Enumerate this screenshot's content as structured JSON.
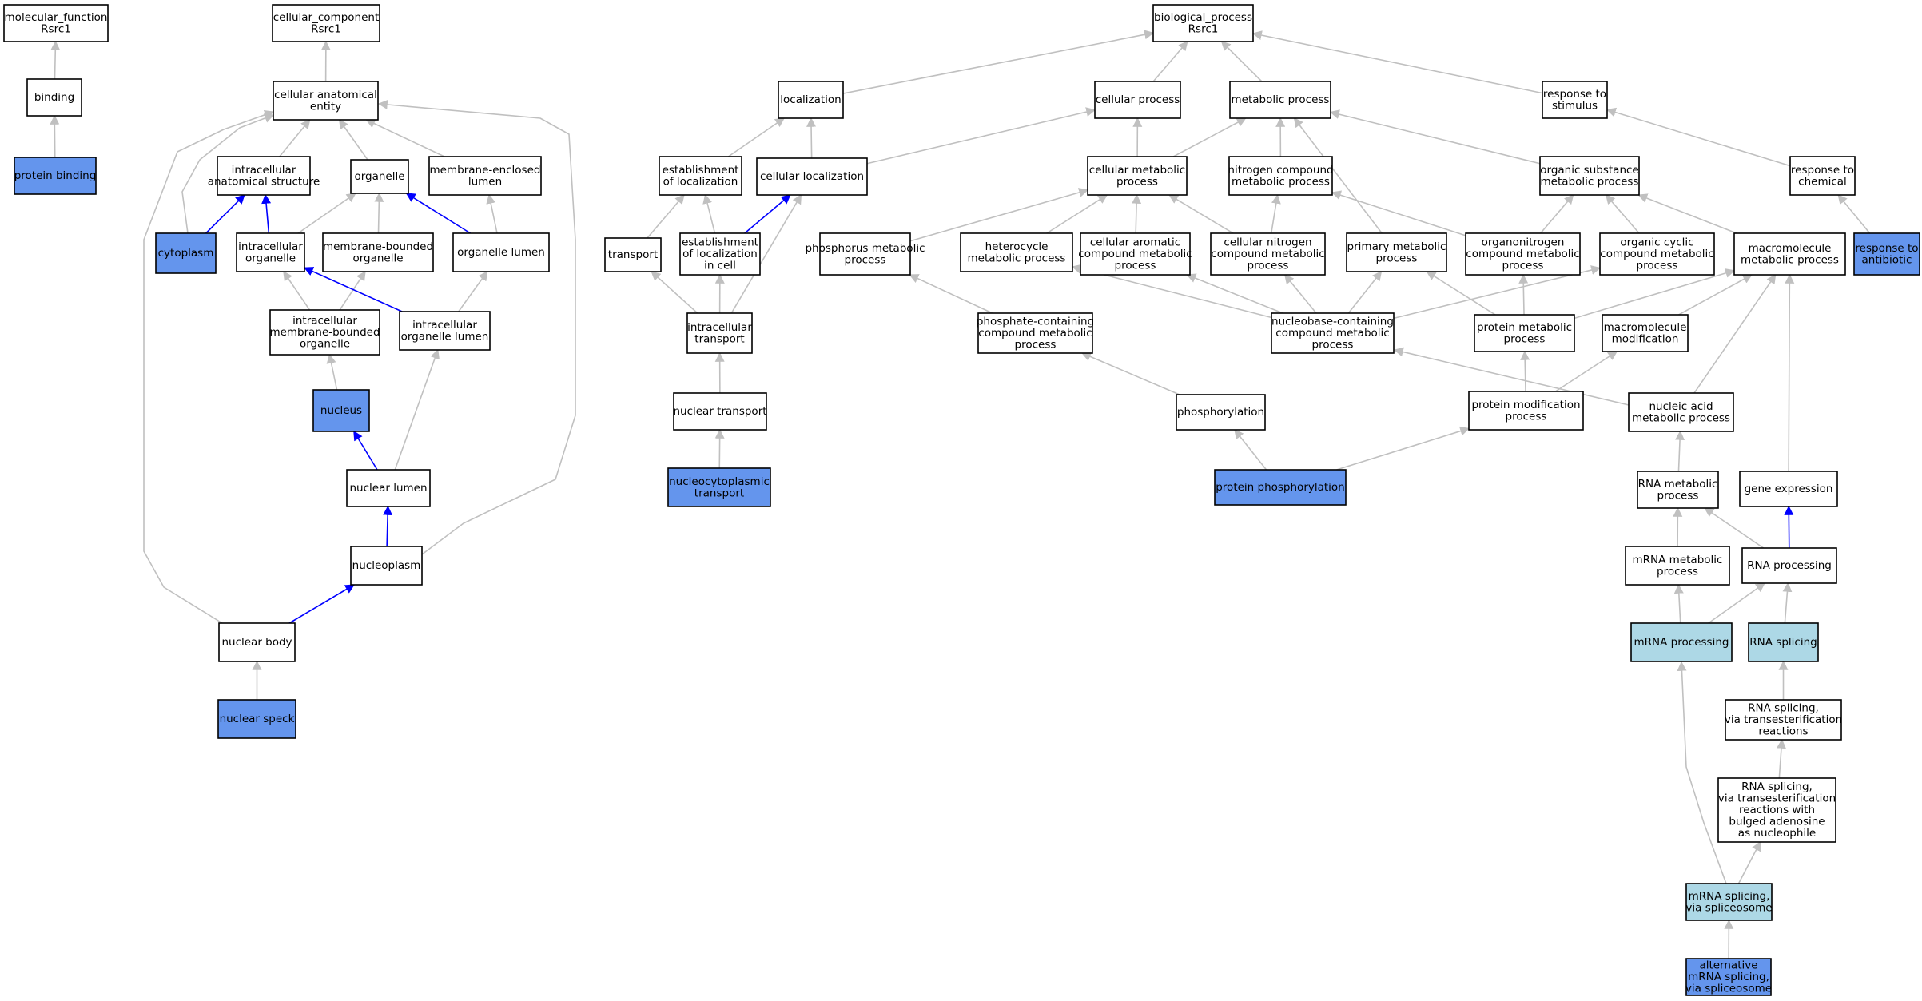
{
  "colors": {
    "background": "#ffffff",
    "node_default": "#ffffff",
    "node_annotated": "#6495ed",
    "node_light": "#add8e6",
    "edge_default": "#c0c0c0",
    "edge_highlight": "#0000ff"
  },
  "nodes": [
    {
      "id": "mf_root",
      "lines": [
        "molecular_function",
        "Rsrc1"
      ],
      "fill": "default"
    },
    {
      "id": "binding",
      "lines": [
        "binding"
      ],
      "fill": "default"
    },
    {
      "id": "protein_binding",
      "lines": [
        "protein binding"
      ],
      "fill": "annotated"
    },
    {
      "id": "cc_root",
      "lines": [
        "cellular_component",
        "Rsrc1"
      ],
      "fill": "default"
    },
    {
      "id": "cell_anat",
      "lines": [
        "cellular anatomical",
        "entity"
      ],
      "fill": "default"
    },
    {
      "id": "ias",
      "lines": [
        "intracellular",
        "anatomical structure"
      ],
      "fill": "default"
    },
    {
      "id": "organelle",
      "lines": [
        "organelle"
      ],
      "fill": "default"
    },
    {
      "id": "mel",
      "lines": [
        "membrane-enclosed",
        "lumen"
      ],
      "fill": "default"
    },
    {
      "id": "cytoplasm",
      "lines": [
        "cytoplasm"
      ],
      "fill": "annotated"
    },
    {
      "id": "io",
      "lines": [
        "intracellular",
        "organelle"
      ],
      "fill": "default"
    },
    {
      "id": "mbo",
      "lines": [
        "membrane-bounded",
        "organelle"
      ],
      "fill": "default"
    },
    {
      "id": "ol",
      "lines": [
        "organelle lumen"
      ],
      "fill": "default"
    },
    {
      "id": "imbo",
      "lines": [
        "intracellular",
        "membrane-bounded",
        "organelle"
      ],
      "fill": "default"
    },
    {
      "id": "iol",
      "lines": [
        "intracellular",
        "organelle lumen"
      ],
      "fill": "default"
    },
    {
      "id": "nucleus",
      "lines": [
        "nucleus"
      ],
      "fill": "annotated"
    },
    {
      "id": "nl",
      "lines": [
        "nuclear lumen"
      ],
      "fill": "default"
    },
    {
      "id": "np",
      "lines": [
        "nucleoplasm"
      ],
      "fill": "default"
    },
    {
      "id": "nb",
      "lines": [
        "nuclear body"
      ],
      "fill": "default"
    },
    {
      "id": "ns",
      "lines": [
        "nuclear speck"
      ],
      "fill": "annotated"
    },
    {
      "id": "bp_root",
      "lines": [
        "biological_process",
        "Rsrc1"
      ],
      "fill": "default"
    },
    {
      "id": "loc",
      "lines": [
        "localization"
      ],
      "fill": "default"
    },
    {
      "id": "cp",
      "lines": [
        "cellular process"
      ],
      "fill": "default"
    },
    {
      "id": "mp",
      "lines": [
        "metabolic process"
      ],
      "fill": "default"
    },
    {
      "id": "rts",
      "lines": [
        "response to",
        "stimulus"
      ],
      "fill": "default"
    },
    {
      "id": "eol",
      "lines": [
        "establishment",
        "of localization"
      ],
      "fill": "default"
    },
    {
      "id": "cl",
      "lines": [
        "cellular localization"
      ],
      "fill": "default"
    },
    {
      "id": "cmp",
      "lines": [
        "cellular metabolic",
        "process"
      ],
      "fill": "default"
    },
    {
      "id": "ncmp",
      "lines": [
        "nitrogen compound",
        "metabolic process"
      ],
      "fill": "default"
    },
    {
      "id": "osmp",
      "lines": [
        "organic substance",
        "metabolic process"
      ],
      "fill": "default"
    },
    {
      "id": "rtc",
      "lines": [
        "response to",
        "chemical"
      ],
      "fill": "default"
    },
    {
      "id": "transport",
      "lines": [
        "transport"
      ],
      "fill": "default"
    },
    {
      "id": "eolc",
      "lines": [
        "establishment",
        "of localization",
        "in cell"
      ],
      "fill": "default"
    },
    {
      "id": "phmp",
      "lines": [
        "phosphorus metabolic",
        "process"
      ],
      "fill": "default"
    },
    {
      "id": "hmp",
      "lines": [
        "heterocycle",
        "metabolic process"
      ],
      "fill": "default"
    },
    {
      "id": "cacmp",
      "lines": [
        "cellular aromatic",
        "compound metabolic",
        "process"
      ],
      "fill": "default"
    },
    {
      "id": "cncmp",
      "lines": [
        "cellular nitrogen",
        "compound metabolic",
        "process"
      ],
      "fill": "default"
    },
    {
      "id": "pmp",
      "lines": [
        "primary metabolic",
        "process"
      ],
      "fill": "default"
    },
    {
      "id": "oncmp",
      "lines": [
        "organonitrogen",
        "compound metabolic",
        "process"
      ],
      "fill": "default"
    },
    {
      "id": "occmp",
      "lines": [
        "organic cyclic",
        "compound metabolic",
        "process"
      ],
      "fill": "default"
    },
    {
      "id": "macmp",
      "lines": [
        "macromolecule",
        "metabolic process"
      ],
      "fill": "default"
    },
    {
      "id": "rta",
      "lines": [
        "response to",
        "antibiotic"
      ],
      "fill": "annotated"
    },
    {
      "id": "it",
      "lines": [
        "intracellular",
        "transport"
      ],
      "fill": "default"
    },
    {
      "id": "pccmp",
      "lines": [
        "phosphate-containing",
        "compound metabolic",
        "process"
      ],
      "fill": "default"
    },
    {
      "id": "nbccmp",
      "lines": [
        "nucleobase-containing",
        "compound metabolic",
        "process"
      ],
      "fill": "default"
    },
    {
      "id": "prmp",
      "lines": [
        "protein metabolic",
        "process"
      ],
      "fill": "default"
    },
    {
      "id": "mm",
      "lines": [
        "macromolecule",
        "modification"
      ],
      "fill": "default"
    },
    {
      "id": "nt",
      "lines": [
        "nuclear transport"
      ],
      "fill": "default"
    },
    {
      "id": "phos",
      "lines": [
        "phosphorylation"
      ],
      "fill": "default"
    },
    {
      "id": "pmod",
      "lines": [
        "protein modification",
        "process"
      ],
      "fill": "default"
    },
    {
      "id": "namp",
      "lines": [
        "nucleic acid",
        "metabolic process"
      ],
      "fill": "default"
    },
    {
      "id": "nct",
      "lines": [
        "nucleocytoplasmic",
        "transport"
      ],
      "fill": "annotated"
    },
    {
      "id": "pphos",
      "lines": [
        "protein phosphorylation"
      ],
      "fill": "annotated"
    },
    {
      "id": "rnamp",
      "lines": [
        "RNA metabolic",
        "process"
      ],
      "fill": "default"
    },
    {
      "id": "ge",
      "lines": [
        "gene expression"
      ],
      "fill": "default"
    },
    {
      "id": "mrnamp",
      "lines": [
        "mRNA metabolic",
        "process"
      ],
      "fill": "default"
    },
    {
      "id": "rnap",
      "lines": [
        "RNA processing"
      ],
      "fill": "default"
    },
    {
      "id": "mrnap",
      "lines": [
        "mRNA processing"
      ],
      "fill": "light"
    },
    {
      "id": "rnas",
      "lines": [
        "RNA splicing"
      ],
      "fill": "light"
    },
    {
      "id": "rnasvtr",
      "lines": [
        "RNA splicing,",
        "via transesterification",
        "reactions"
      ],
      "fill": "default"
    },
    {
      "id": "rnasvtrb",
      "lines": [
        "RNA splicing,",
        "via transesterification",
        "reactions with",
        "bulged adenosine",
        "as nucleophile"
      ],
      "fill": "default"
    },
    {
      "id": "mrnas",
      "lines": [
        "mRNA splicing,",
        "via spliceosome"
      ],
      "fill": "light"
    },
    {
      "id": "amrnas",
      "lines": [
        "alternative",
        "mRNA splicing,",
        "via spliceosome"
      ],
      "fill": "annotated"
    }
  ],
  "edges": [
    {
      "from": "binding",
      "to": "mf_root"
    },
    {
      "from": "protein_binding",
      "to": "binding"
    },
    {
      "from": "cell_anat",
      "to": "cc_root"
    },
    {
      "from": "ias",
      "to": "cell_anat"
    },
    {
      "from": "organelle",
      "to": "cell_anat"
    },
    {
      "from": "mel",
      "to": "cell_anat"
    },
    {
      "from": "cytoplasm",
      "to": "cell_anat"
    },
    {
      "from": "cytoplasm",
      "to": "ias",
      "highlight": true
    },
    {
      "from": "io",
      "to": "ias",
      "highlight": true
    },
    {
      "from": "io",
      "to": "organelle"
    },
    {
      "from": "mbo",
      "to": "organelle"
    },
    {
      "from": "ol",
      "to": "organelle",
      "highlight": true
    },
    {
      "from": "ol",
      "to": "mel"
    },
    {
      "from": "imbo",
      "to": "io"
    },
    {
      "from": "imbo",
      "to": "mbo"
    },
    {
      "from": "iol",
      "to": "io",
      "highlight": true
    },
    {
      "from": "iol",
      "to": "ol"
    },
    {
      "from": "nucleus",
      "to": "imbo"
    },
    {
      "from": "nl",
      "to": "nucleus",
      "highlight": true
    },
    {
      "from": "nl",
      "to": "iol"
    },
    {
      "from": "np",
      "to": "nl",
      "highlight": true
    },
    {
      "from": "np",
      "to": "cell_anat"
    },
    {
      "from": "nb",
      "to": "np",
      "highlight": true
    },
    {
      "from": "nb",
      "to": "cell_anat"
    },
    {
      "from": "ns",
      "to": "nb"
    },
    {
      "from": "loc",
      "to": "bp_root"
    },
    {
      "from": "cp",
      "to": "bp_root"
    },
    {
      "from": "mp",
      "to": "bp_root"
    },
    {
      "from": "rts",
      "to": "bp_root"
    },
    {
      "from": "eol",
      "to": "loc"
    },
    {
      "from": "cl",
      "to": "loc"
    },
    {
      "from": "cl",
      "to": "cp"
    },
    {
      "from": "cmp",
      "to": "cp"
    },
    {
      "from": "cmp",
      "to": "mp"
    },
    {
      "from": "ncmp",
      "to": "mp"
    },
    {
      "from": "osmp",
      "to": "mp"
    },
    {
      "from": "rtc",
      "to": "rts"
    },
    {
      "from": "transport",
      "to": "eol"
    },
    {
      "from": "eolc",
      "to": "eol"
    },
    {
      "from": "eolc",
      "to": "cl",
      "highlight": true
    },
    {
      "from": "phmp",
      "to": "cmp"
    },
    {
      "from": "hmp",
      "to": "cmp"
    },
    {
      "from": "cacmp",
      "to": "cmp"
    },
    {
      "from": "cncmp",
      "to": "cmp"
    },
    {
      "from": "cncmp",
      "to": "ncmp"
    },
    {
      "from": "pmp",
      "to": "mp"
    },
    {
      "from": "oncmp",
      "to": "ncmp"
    },
    {
      "from": "oncmp",
      "to": "osmp"
    },
    {
      "from": "occmp",
      "to": "osmp"
    },
    {
      "from": "macmp",
      "to": "osmp"
    },
    {
      "from": "rta",
      "to": "rtc"
    },
    {
      "from": "it",
      "to": "transport"
    },
    {
      "from": "it",
      "to": "eolc"
    },
    {
      "from": "it",
      "to": "cl"
    },
    {
      "from": "pccmp",
      "to": "phmp"
    },
    {
      "from": "nbccmp",
      "to": "hmp"
    },
    {
      "from": "nbccmp",
      "to": "cacmp"
    },
    {
      "from": "nbccmp",
      "to": "cncmp"
    },
    {
      "from": "nbccmp",
      "to": "pmp"
    },
    {
      "from": "nbccmp",
      "to": "occmp"
    },
    {
      "from": "prmp",
      "to": "pmp"
    },
    {
      "from": "prmp",
      "to": "oncmp"
    },
    {
      "from": "prmp",
      "to": "macmp"
    },
    {
      "from": "mm",
      "to": "macmp"
    },
    {
      "from": "nt",
      "to": "it"
    },
    {
      "from": "phos",
      "to": "pccmp"
    },
    {
      "from": "pmod",
      "to": "prmp"
    },
    {
      "from": "pmod",
      "to": "mm"
    },
    {
      "from": "namp",
      "to": "nbccmp"
    },
    {
      "from": "namp",
      "to": "macmp"
    },
    {
      "from": "nct",
      "to": "nt"
    },
    {
      "from": "pphos",
      "to": "phos"
    },
    {
      "from": "pphos",
      "to": "pmod"
    },
    {
      "from": "rnamp",
      "to": "namp"
    },
    {
      "from": "ge",
      "to": "macmp"
    },
    {
      "from": "mrnamp",
      "to": "rnamp"
    },
    {
      "from": "rnap",
      "to": "rnamp"
    },
    {
      "from": "rnap",
      "to": "ge",
      "highlight": true
    },
    {
      "from": "mrnap",
      "to": "mrnamp"
    },
    {
      "from": "mrnap",
      "to": "rnap"
    },
    {
      "from": "rnas",
      "to": "rnap"
    },
    {
      "from": "rnasvtr",
      "to": "rnas"
    },
    {
      "from": "rnasvtrb",
      "to": "rnasvtr"
    },
    {
      "from": "mrnas",
      "to": "rnasvtrb"
    },
    {
      "from": "mrnas",
      "to": "mrnap"
    },
    {
      "from": "amrnas",
      "to": "mrnas"
    }
  ]
}
